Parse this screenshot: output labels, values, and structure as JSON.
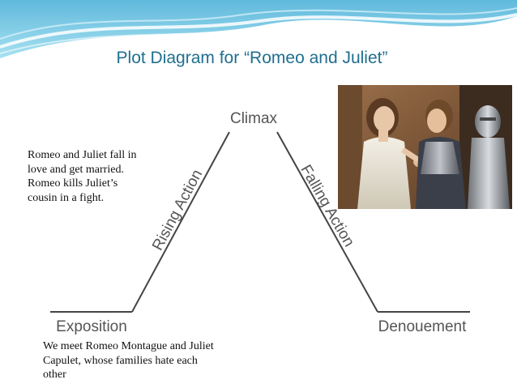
{
  "title": "Plot Diagram for “Romeo and Juliet”",
  "diagram": {
    "climax": "Climax",
    "rising_action": "Rising Action",
    "falling_action": "Falling Action",
    "exposition": "Exposition",
    "denouement": "Denouement"
  },
  "notes": {
    "climax_note": "Romeo and Juliet fall in love and get married. Romeo kills Juliet’s cousin in a fight.",
    "exposition_note": "We meet Romeo Montague and Juliet Capulet, whose families hate each other"
  },
  "colors": {
    "accent": "#1f6f8e",
    "banner": "#8fd3ea"
  },
  "icons": {
    "photo": "romeo-juliet-still-image"
  }
}
